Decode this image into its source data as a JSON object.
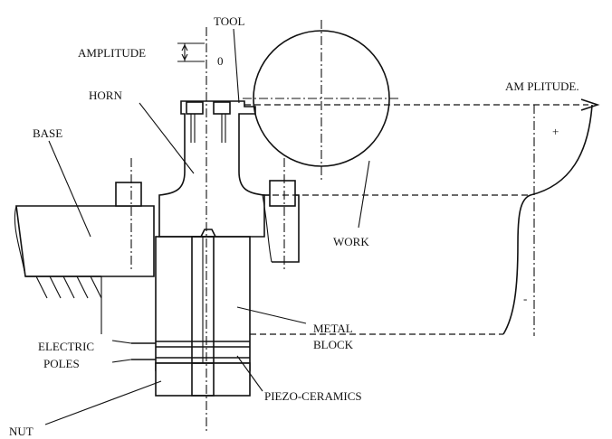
{
  "labels": {
    "tool": "TOOL",
    "amplitude_top": "AMPLITUDE",
    "zero": "0",
    "horn": "HORN",
    "amplitude_right": "AM PLITUDE.",
    "plus": "+",
    "minus": "-",
    "base": "BASE",
    "work": "WORK",
    "metal_block_1": "METAL",
    "metal_block_2": "BLOCK",
    "electric_poles_1": "ELECTRIC",
    "electric_poles_2": "POLES",
    "piezo": "PIEZO-CERAMICS",
    "nut": "NUT"
  },
  "colors": {
    "ink": "#111111",
    "paper": "#ffffff"
  }
}
